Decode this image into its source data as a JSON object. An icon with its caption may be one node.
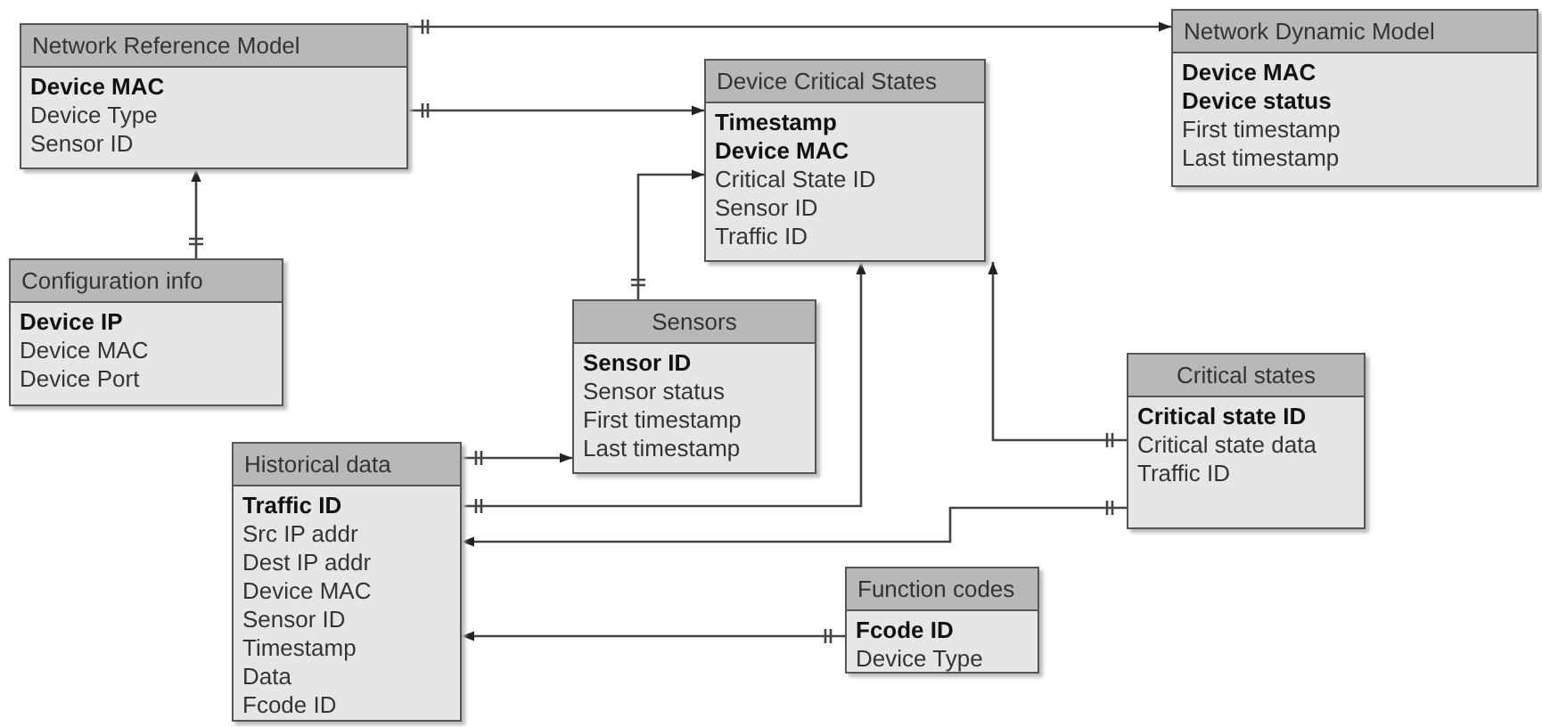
{
  "diagram": {
    "nodes": [
      {
        "text": [
          "Network Reference Model",
          "**Device MAC**",
          "Device Type",
          "Sensor ID"
        ]
      },
      {
        "text": [
          "Network Dynamic Model",
          "**Device MAC**",
          "**Device status**",
          "First timestamp",
          "Last timestamp"
        ]
      },
      {
        "text": [
          "Device Critical States",
          "**Timestamp**",
          "**Device MAC**",
          "Critical State ID",
          "Sensor ID",
          "Traffic ID"
        ]
      },
      {
        "text": [
          "Configuration info",
          "**Device IP**",
          "Device MAC",
          "Device Port"
        ]
      },
      {
        "text": [
          "Sensors",
          "**Sensor ID**",
          "Sensor status",
          "First timestamp",
          "Last timestamp"
        ]
      },
      {
        "text": [
          "Critical states",
          "**Critical state ID**",
          "Critical state data",
          "Traffic ID"
        ]
      },
      {
        "text": [
          "Historical data",
          "**Traffic ID**",
          "Src IP addr",
          "Dest IP addr",
          "Device MAC",
          "Sensor ID",
          "Timestamp",
          "Data",
          "Fcode ID"
        ]
      },
      {
        "text": [
          "Function codes",
          "**Fcode ID**",
          "Device Type"
        ]
      }
    ],
    "edges": [
      {
        "from": 0,
        "to": 1,
        "arrow": "to"
      },
      {
        "from": 0,
        "to": 2,
        "arrow": "to"
      },
      {
        "from": 3,
        "to": 0,
        "arrow": "to"
      },
      {
        "from": 4,
        "to": 2,
        "arrow": "to"
      },
      {
        "from": 6,
        "to": 4,
        "arrow": "to"
      },
      {
        "from": 6,
        "to": 2,
        "arrow": "to"
      },
      {
        "from": 5,
        "to": 2,
        "arrow": "to"
      },
      {
        "from": 5,
        "to": 6,
        "arrow": "to"
      },
      {
        "from": 7,
        "to": 6,
        "arrow": "to"
      }
    ]
  }
}
